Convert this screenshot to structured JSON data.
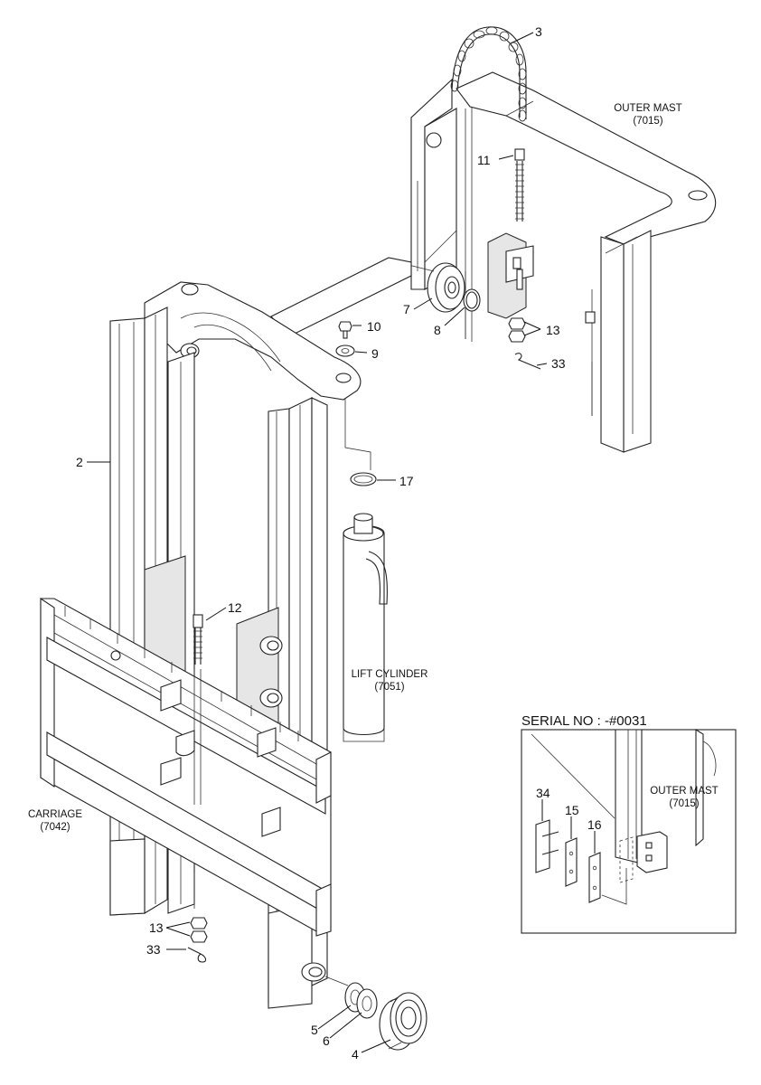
{
  "callouts": {
    "p2": "2",
    "p3": "3",
    "p4": "4",
    "p5": "5",
    "p6": "6",
    "p7": "7",
    "p8": "8",
    "p9": "9",
    "p10": "10",
    "p11": "11",
    "p12": "12",
    "p13a": "13",
    "p13b": "13",
    "p17": "17",
    "p33a": "33",
    "p33b": "33",
    "p34": "34",
    "p15": "15",
    "p16": "16"
  },
  "labels": {
    "outer_mast_title": "OUTER MAST",
    "outer_mast_code": "(7015)",
    "lift_cylinder_title": "LIFT CYLINDER",
    "lift_cylinder_code": "(7051)",
    "carriage_title": "CARRIAGE",
    "carriage_code": "(7042)",
    "inset_outer_mast_title": "OUTER MAST",
    "inset_outer_mast_code": "(7015)"
  },
  "inset": {
    "serial_label": "SERIAL NO : -#0031"
  },
  "colors": {
    "line": "#222222",
    "shade": "#e6e6e6",
    "background": "#ffffff"
  }
}
